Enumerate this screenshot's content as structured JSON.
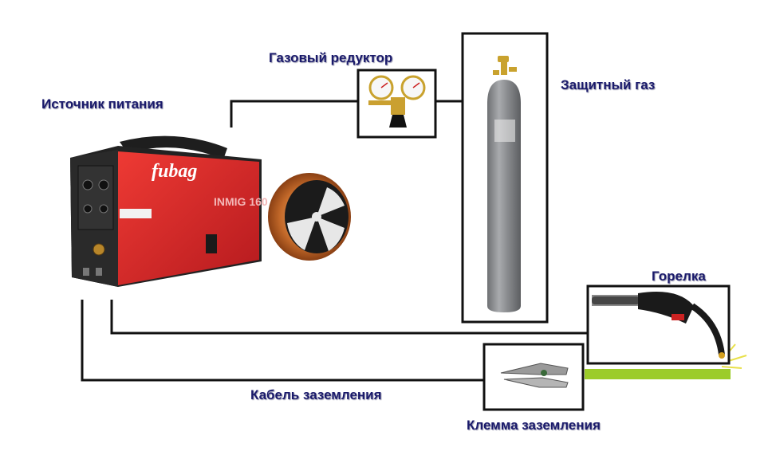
{
  "labels": {
    "power_source": "Источник питания",
    "gas_regulator": "Газовый редуктор",
    "shielding_gas": "Защитный газ",
    "torch": "Горелка",
    "ground_cable": "Кабель заземления",
    "ground_clamp": "Клемма заземления"
  },
  "machine": {
    "brand": "fubag",
    "model": "INMIG 160",
    "panel_model": "INMIG 160"
  },
  "colors": {
    "label_text": "#1a1a6b",
    "wire": "#111111",
    "machine_body": "#d8262a",
    "cylinder": "#8a8c8f",
    "ground_strip": "#9ccc2a"
  }
}
